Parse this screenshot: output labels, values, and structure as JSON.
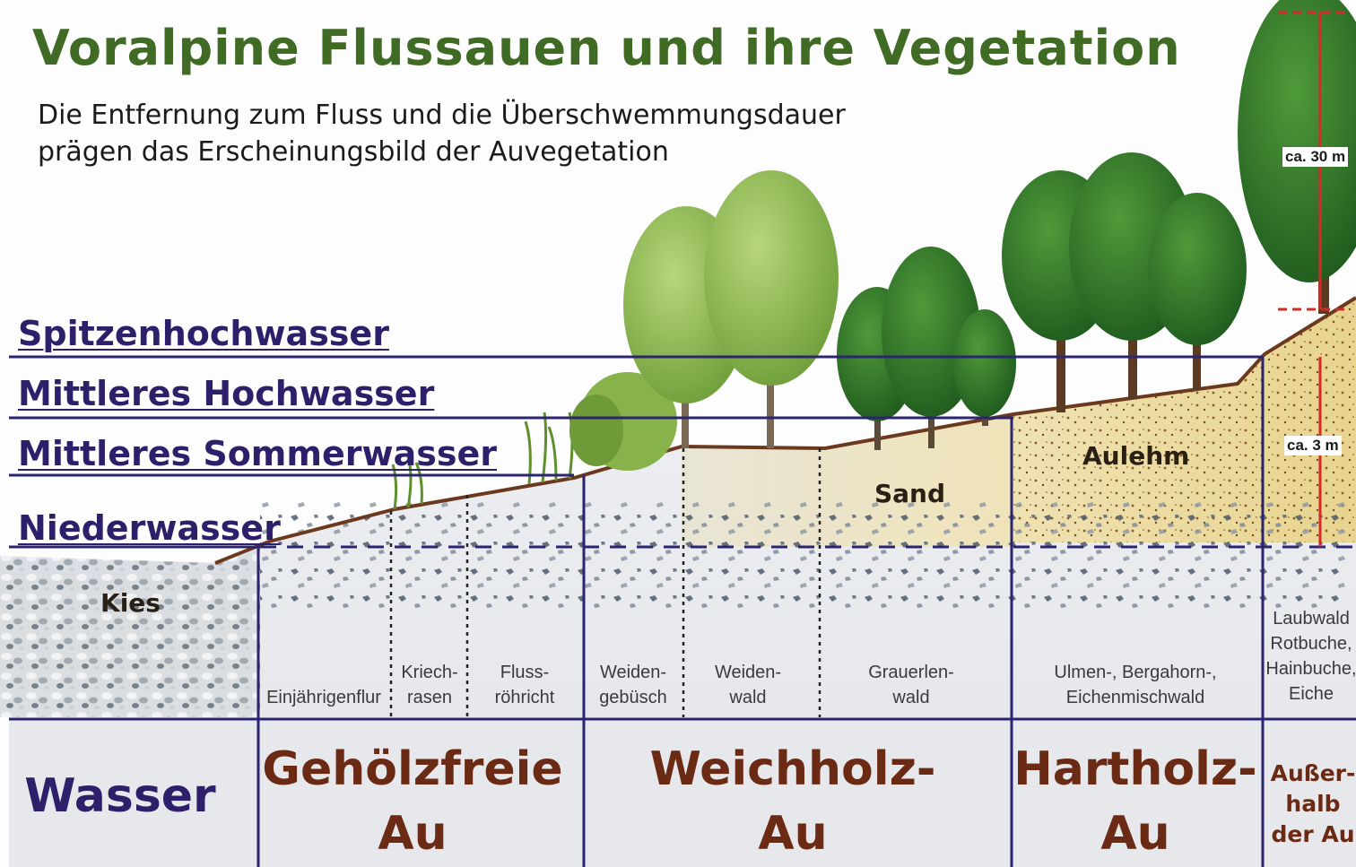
{
  "title": "Voralpine Flussauen und ihre Vegetation",
  "subtitle_lines": [
    "Die Entfernung zum Fluss und die Überschwemmungsdauer",
    "prägen das Erscheinungsbild der Auvegetation"
  ],
  "water_levels": [
    "Spitzenhochwasser",
    "Mittleres Hochwasser",
    "Mittleres Sommerwasser",
    "Niederwasser"
  ],
  "soil_labels": [
    "Kies",
    "Sand",
    "Aulehm"
  ],
  "measurements": [
    "ca. 30 m",
    "ca. 3 m"
  ],
  "vegetation_types": [
    [
      "Einjährigenflur"
    ],
    [
      "Kriech-",
      "rasen"
    ],
    [
      "Fluss-",
      "röhricht"
    ],
    [
      "Weiden-",
      "gebüsch"
    ],
    [
      "Weiden-",
      "wald"
    ],
    [
      "Grauerlen-",
      "wald"
    ],
    [
      "Ulmen-, Bergahorn-,",
      "Eichenmischwald"
    ],
    [
      "Laubwald",
      "Rotbuche,",
      "Hainbuche,",
      "Eiche"
    ]
  ],
  "zones": [
    [
      "Wasser"
    ],
    [
      "Gehölzfreie",
      "Au"
    ],
    [
      "Weichholz-",
      "Au"
    ],
    [
      "Hartholz-",
      "Au"
    ],
    [
      "Außer-",
      "halb",
      "der Au"
    ]
  ],
  "colors": {
    "title": "#3f6b24",
    "water_level_text": "#2e1f6a",
    "zone_text": "#6a2a14",
    "lines": "#2b2470",
    "measure": "#d42a2a",
    "sky": "#ffffff",
    "foliage": "#3f8a2a"
  }
}
